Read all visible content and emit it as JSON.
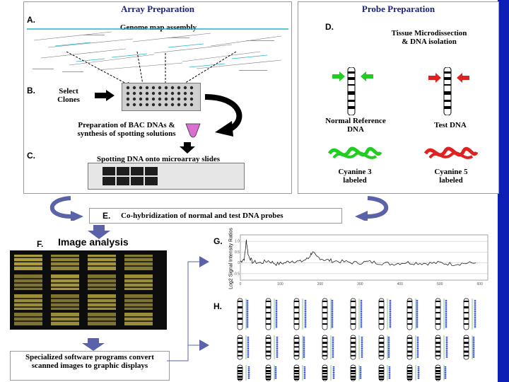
{
  "panels": {
    "array": {
      "title": "Array Preparation",
      "a_label": "A.",
      "a_text": "Genome map assembly",
      "b_label": "B.",
      "b_text": "Select Clones",
      "prep_text": "Preparation of BAC DNAs & synthesis of spotting solutions",
      "c_label": "C.",
      "c_text": "Spotting DNA onto microarray slides"
    },
    "probe": {
      "title": "Probe Preparation",
      "d_label": "D.",
      "d_text": "Tissue Microdissection & DNA isolation",
      "normal_text": "Normal Reference DNA",
      "test_text": "Test DNA",
      "cy3_text": "Cyanine 3 labeled",
      "cy5_text": "Cyanine 5 labeled"
    },
    "hybrid": {
      "e_label": "E.",
      "e_text": "Co-hybridization of normal and test DNA probes"
    },
    "analysis": {
      "f_label": "F.",
      "f_text": "Image analysis",
      "software_text": "Specialized software programs convert scanned images to graphic displays"
    },
    "plot": {
      "g_label": "G.",
      "ylabel": "Log2 Signal Intensity Ratios",
      "h_label": "H."
    }
  },
  "colors": {
    "accent": "#0b1fb5",
    "cy3": "#22cc22",
    "cy5": "#dd2222",
    "arrow": "#5b63a8",
    "tube": "#d96fd0"
  },
  "chart_data": {
    "type": "line",
    "title": "",
    "xlabel": "",
    "ylabel": "Log2 Signal Intensity Ratios",
    "x_ticks": [
      "0",
      "100",
      "200",
      "300",
      "400",
      "500",
      "600"
    ],
    "y_ticks": [
      "1.0",
      "0.5",
      "0",
      "-0.5"
    ],
    "xlim": [
      0,
      620
    ],
    "ylim": [
      -0.8,
      1.3
    ],
    "series": [
      {
        "values": [
          [
            0,
            0.05
          ],
          [
            10,
            0.2
          ],
          [
            15,
            1.05
          ],
          [
            20,
            0.35
          ],
          [
            30,
            0.05
          ],
          [
            50,
            0.0
          ],
          [
            70,
            0.1
          ],
          [
            90,
            -0.05
          ],
          [
            110,
            0.0
          ],
          [
            130,
            0.1
          ],
          [
            150,
            0.05
          ],
          [
            170,
            0.2
          ],
          [
            180,
            0.5
          ],
          [
            190,
            0.3
          ],
          [
            210,
            0.15
          ],
          [
            230,
            0.1
          ],
          [
            260,
            0.05
          ],
          [
            290,
            0.0
          ],
          [
            320,
            0.05
          ],
          [
            350,
            0.0
          ],
          [
            380,
            -0.05
          ],
          [
            410,
            0.02
          ],
          [
            440,
            0.0
          ],
          [
            470,
            -0.02
          ],
          [
            500,
            0.0
          ],
          [
            530,
            -0.05
          ],
          [
            560,
            -0.02
          ],
          [
            590,
            0.0
          ]
        ]
      }
    ]
  }
}
